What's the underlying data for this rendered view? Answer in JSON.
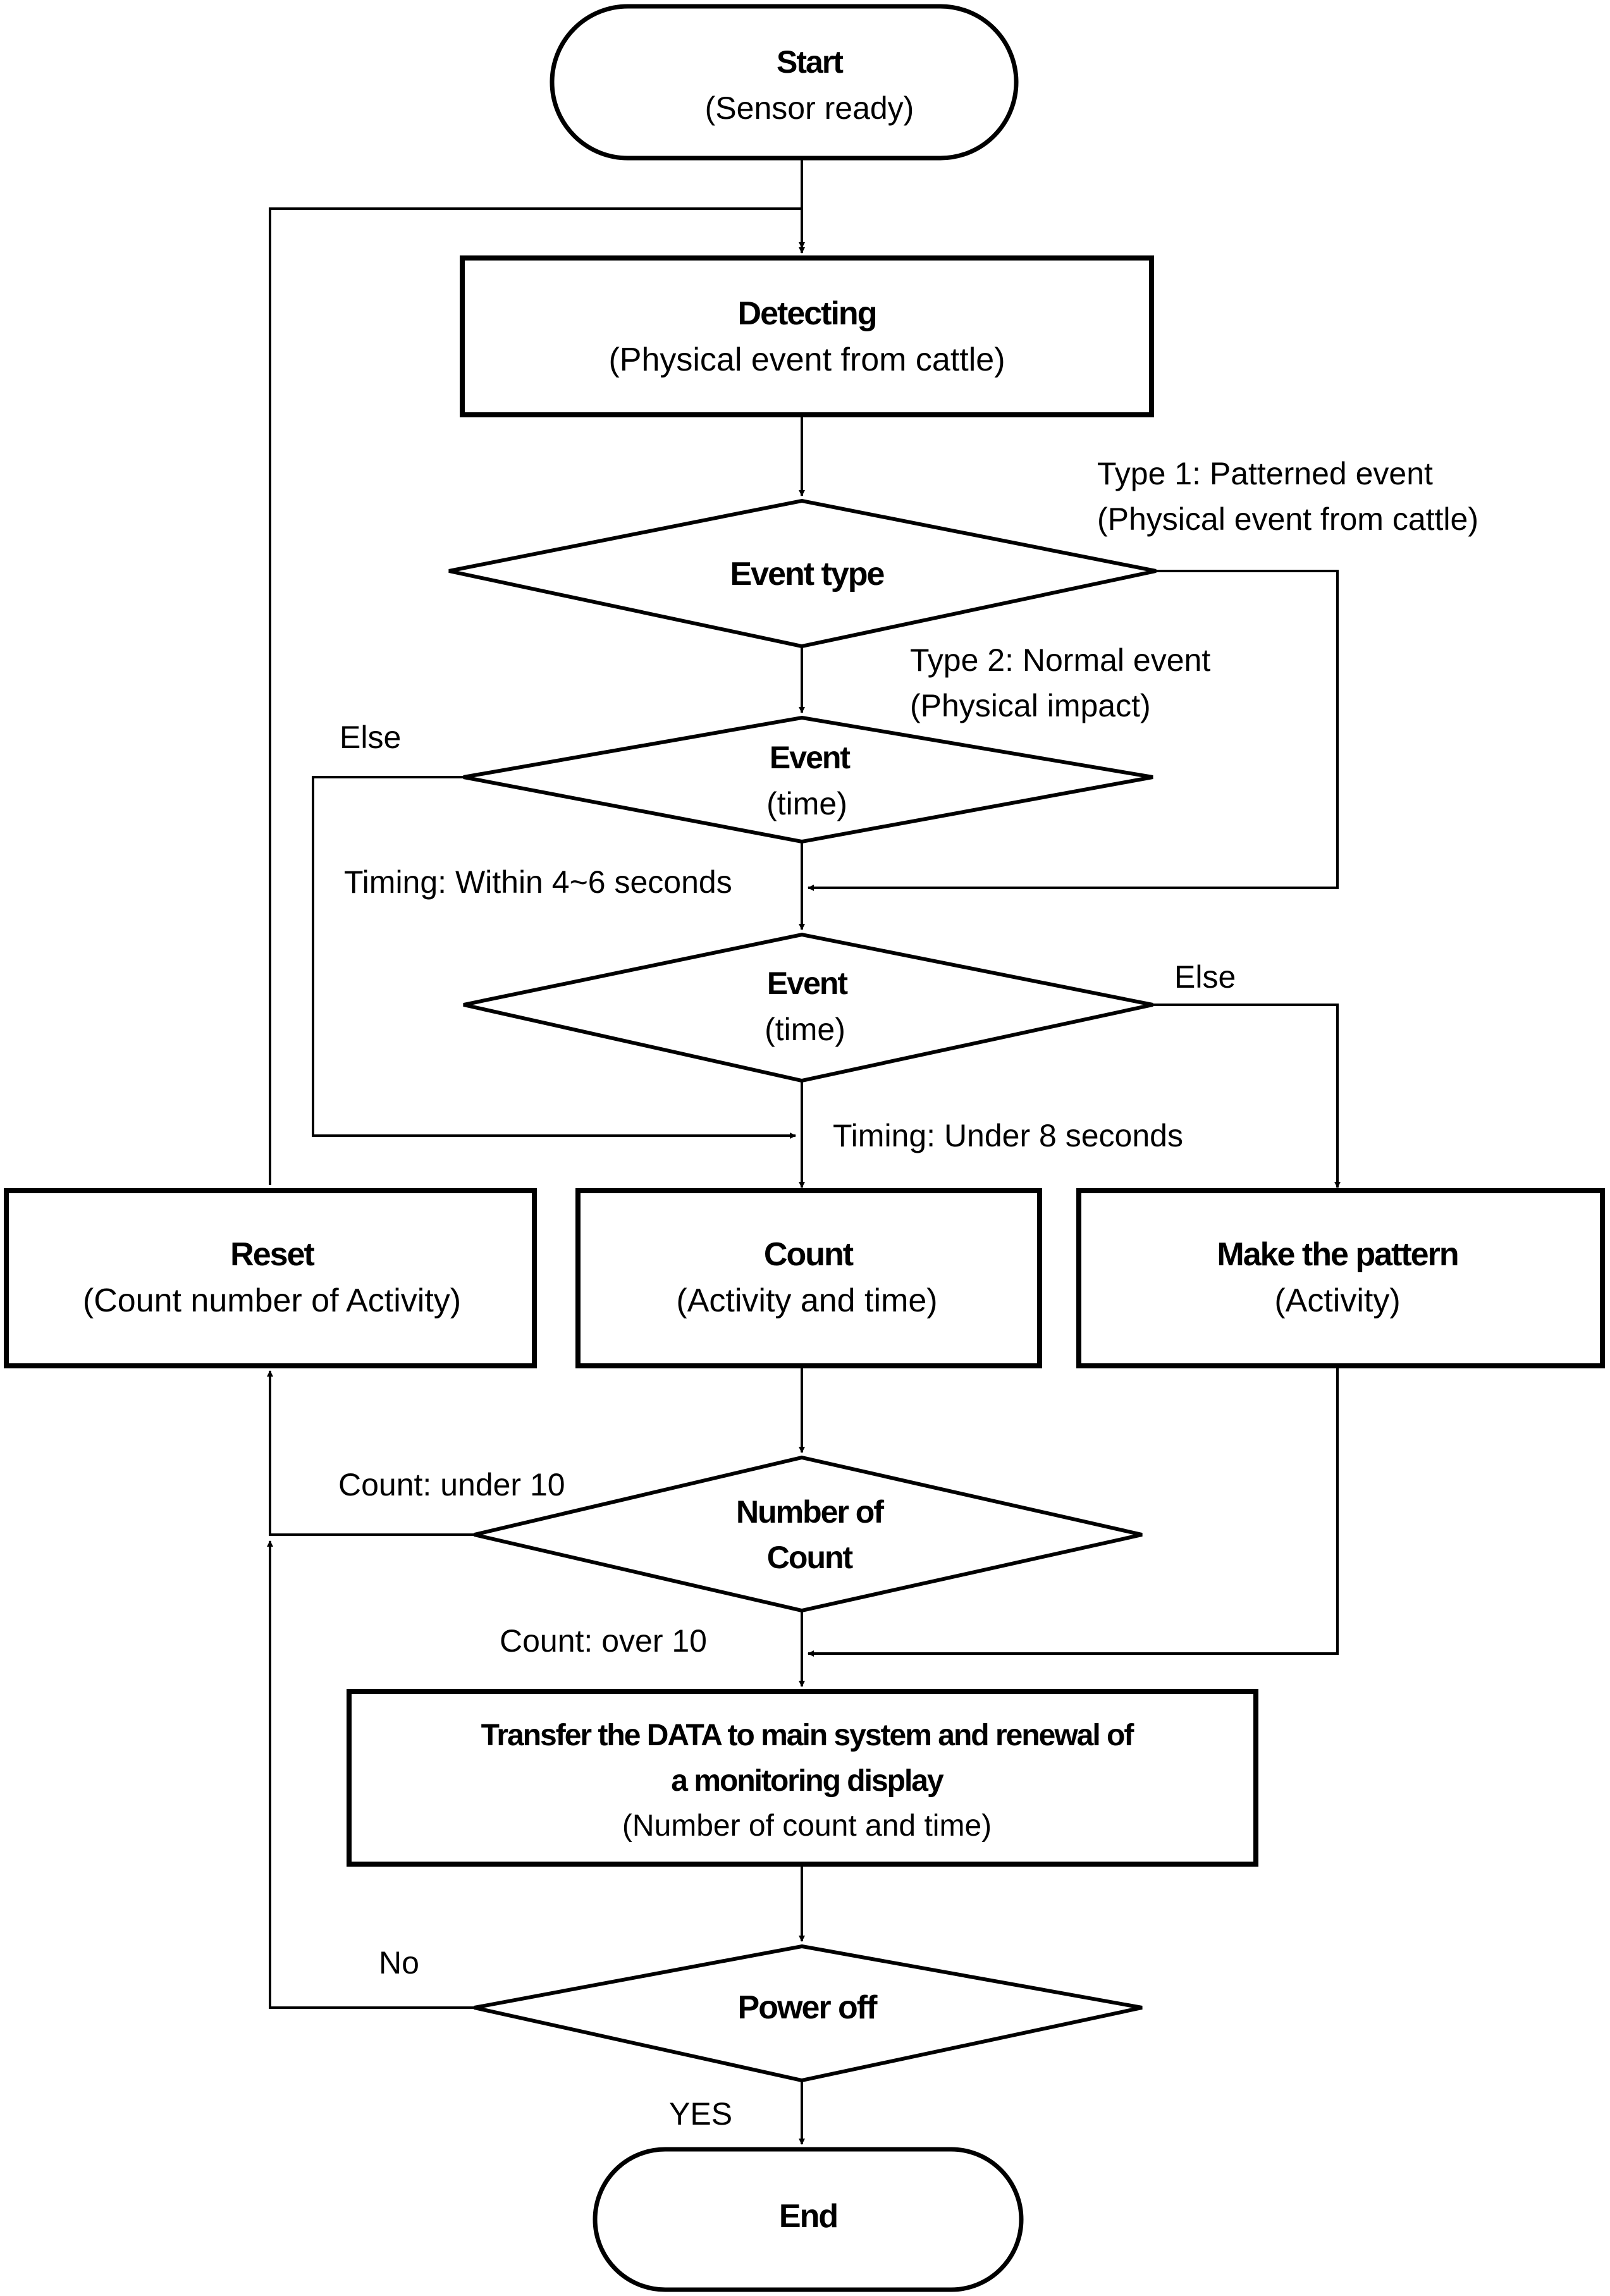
{
  "nodes": {
    "start": {
      "title": "Start",
      "subtitle": "(Sensor ready)"
    },
    "detecting": {
      "title": "Detecting",
      "subtitle": "(Physical event from cattle)"
    },
    "event_type": {
      "title": "Event type"
    },
    "event_time_1": {
      "title": "Event",
      "subtitle": "(time)"
    },
    "event_time_2": {
      "title": "Event",
      "subtitle": "(time)"
    },
    "reset": {
      "title": "Reset",
      "subtitle": "(Count number of Activity)"
    },
    "count": {
      "title": "Count",
      "subtitle": "(Activity and time)"
    },
    "make_pattern": {
      "title": "Make the pattern",
      "subtitle": "(Activity)"
    },
    "number_of_count": {
      "line1": "Number of",
      "line2": "Count"
    },
    "transfer": {
      "line1": "Transfer the DATA to main system and renewal of",
      "line2": "a monitoring display",
      "subtitle": "(Number of count and time)"
    },
    "power_off": {
      "title": "Power off"
    },
    "end": {
      "title": "End"
    }
  },
  "edge_labels": {
    "type1_line1": "Type 1: Patterned event",
    "type1_line2": "(Physical event from cattle)",
    "type2_line1": "Type 2: Normal event",
    "type2_line2": "(Physical impact)",
    "else_1": "Else",
    "timing_within": "Timing: Within 4~6 seconds",
    "else_2": "Else",
    "timing_under": "Timing: Under 8 seconds",
    "count_under": "Count: under 10",
    "count_over": "Count: over 10",
    "no": "No",
    "yes": "YES"
  }
}
